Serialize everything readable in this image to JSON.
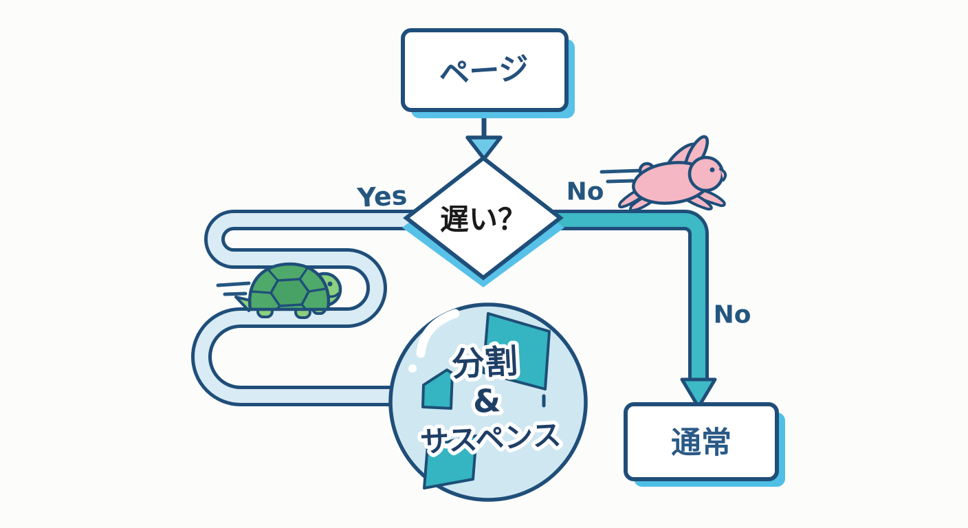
{
  "flowchart": {
    "nodes": {
      "page": {
        "label": "ページ"
      },
      "decision": {
        "label": "遅い？"
      },
      "bubble": {
        "line1": "分割",
        "line2": "&",
        "line3": "サスペンス"
      },
      "normal": {
        "label": "通常"
      }
    },
    "edges": {
      "yes": {
        "label": "Yes"
      },
      "no": {
        "label_top": "No",
        "label_mid": "No"
      }
    },
    "icons": {
      "turtle": "turtle-icon",
      "rabbit": "rabbit-icon"
    },
    "colors": {
      "outline_navy": "#1f4e79",
      "slow_path_fill": "#d9ebf4",
      "fast_path_fill": "#3eb9c6",
      "shadow_blue": "#58c1e8",
      "bubble_fill": "#cfe7f1",
      "fragment_teal": "#35b4c2",
      "rabbit_pink": "#f5b7c4",
      "turtle_shell_green": "#4fa96b",
      "turtle_body_green": "#8ccf7e",
      "decision_text": "#1a1a1a",
      "label_navy": "#24567f"
    }
  }
}
